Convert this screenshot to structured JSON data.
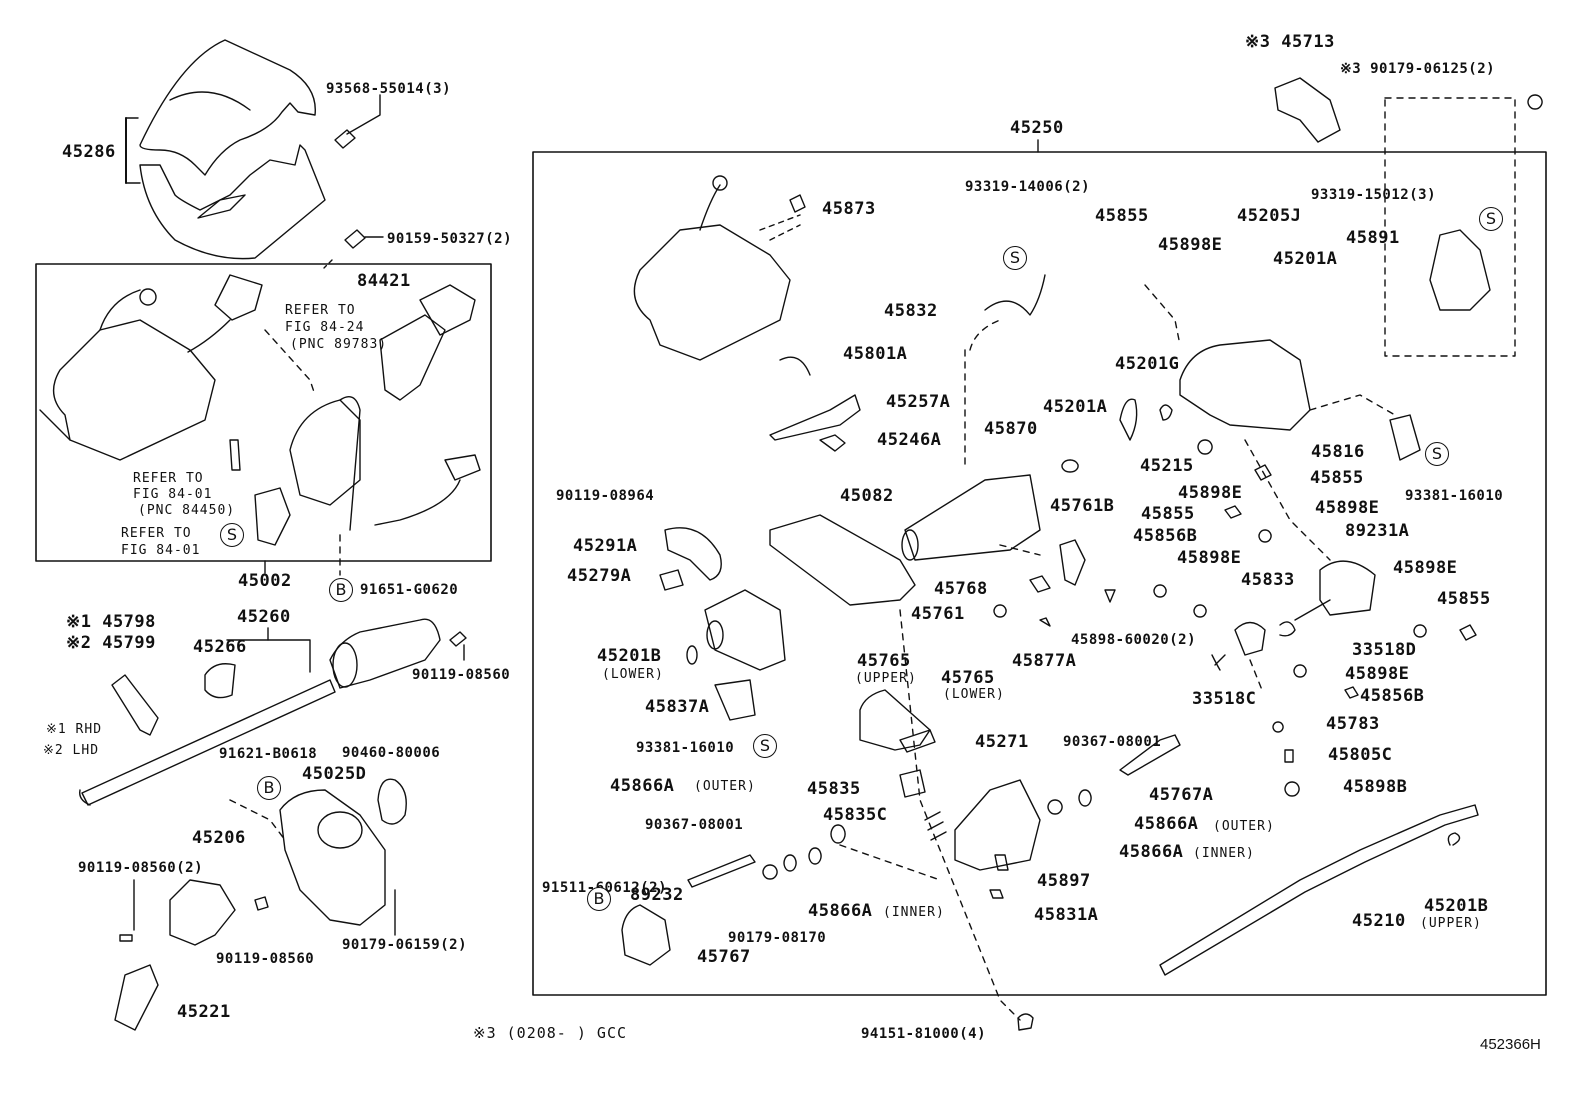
{
  "diagram": {
    "title_ref": "452366H",
    "main_assembly": "45250",
    "footnote": "※3 (0208-      )  GCC",
    "legend": [
      "※1 RHD",
      "※2 LHD"
    ],
    "circle_symbols": {
      "S": "S",
      "B": "B"
    },
    "left_section": {
      "labels": [
        {
          "id": "45286",
          "text": "45286"
        },
        {
          "id": "93568-55014",
          "text": "93568-55014(3)"
        },
        {
          "id": "90159-50327",
          "text": "90159-50327(2)"
        },
        {
          "id": "84421",
          "text": "84421"
        },
        {
          "id": "45002",
          "text": "45002"
        },
        {
          "id": "91651-G0620",
          "text": "91651-G0620"
        },
        {
          "id": "45798",
          "text": "※1 45798"
        },
        {
          "id": "45799",
          "text": "※2 45799"
        },
        {
          "id": "45260",
          "text": "45260"
        },
        {
          "id": "45266",
          "text": "45266"
        },
        {
          "id": "90119-08560-a",
          "text": "90119-08560"
        },
        {
          "id": "91621-B0618",
          "text": "91621-B0618"
        },
        {
          "id": "90460-80006",
          "text": "90460-80006"
        },
        {
          "id": "45025D",
          "text": "45025D"
        },
        {
          "id": "45206",
          "text": "45206"
        },
        {
          "id": "90119-08560-2",
          "text": "90119-08560(2)"
        },
        {
          "id": "90119-08560-b",
          "text": "90119-08560"
        },
        {
          "id": "90179-06159",
          "text": "90179-06159(2)"
        },
        {
          "id": "45221",
          "text": "45221"
        }
      ],
      "refer_notes": [
        {
          "line1": "REFER TO",
          "line2": "FIG 84-24",
          "line3": "(PNC 89783)"
        },
        {
          "line1": "REFER TO",
          "line2": "FIG 84-01",
          "line3": "(PNC 84450)"
        },
        {
          "line1": "REFER TO",
          "line2": "FIG 84-01",
          "line3": ""
        }
      ]
    },
    "main_section": {
      "labels": [
        {
          "id": "45873",
          "text": "45873"
        },
        {
          "id": "93319-14006",
          "text": "93319-14006(2)"
        },
        {
          "id": "45855-a",
          "text": "45855"
        },
        {
          "id": "45898E-a",
          "text": "45898E"
        },
        {
          "id": "45205J",
          "text": "45205J"
        },
        {
          "id": "45201A-a",
          "text": "45201A"
        },
        {
          "id": "45832",
          "text": "45832"
        },
        {
          "id": "45801A",
          "text": "45801A"
        },
        {
          "id": "45201G",
          "text": "45201G"
        },
        {
          "id": "45257A",
          "text": "45257A"
        },
        {
          "id": "45201A-b",
          "text": "45201A"
        },
        {
          "id": "45246A",
          "text": "45246A"
        },
        {
          "id": "45870",
          "text": "45870"
        },
        {
          "id": "45215",
          "text": "45215"
        },
        {
          "id": "45816",
          "text": "45816"
        },
        {
          "id": "45855-b",
          "text": "45855"
        },
        {
          "id": "93381-16010-a",
          "text": "93381-16010"
        },
        {
          "id": "90119-08964",
          "text": "90119-08964"
        },
        {
          "id": "45082",
          "text": "45082"
        },
        {
          "id": "45898E-b",
          "text": "45898E"
        },
        {
          "id": "45761B",
          "text": "45761B"
        },
        {
          "id": "45855-c",
          "text": "45855"
        },
        {
          "id": "45898E-c",
          "text": "45898E"
        },
        {
          "id": "89231A",
          "text": "89231A"
        },
        {
          "id": "45291A",
          "text": "45291A"
        },
        {
          "id": "45856B-a",
          "text": "45856B"
        },
        {
          "id": "45279A",
          "text": "45279A"
        },
        {
          "id": "45898E-d",
          "text": "45898E"
        },
        {
          "id": "45898E-e",
          "text": "45898E"
        },
        {
          "id": "45768",
          "text": "45768"
        },
        {
          "id": "45833",
          "text": "45833"
        },
        {
          "id": "45855-d",
          "text": "45855"
        },
        {
          "id": "45761",
          "text": "45761"
        },
        {
          "id": "45898-60020",
          "text": "45898-60020(2)"
        },
        {
          "id": "33518D",
          "text": "33518D"
        },
        {
          "id": "45201B-lower",
          "text": "45201B",
          "note": "(LOWER)"
        },
        {
          "id": "45765-upper",
          "text": "45765",
          "note": "(UPPER)"
        },
        {
          "id": "45765-lower",
          "text": "45765",
          "note": "(LOWER)"
        },
        {
          "id": "45877A",
          "text": "45877A"
        },
        {
          "id": "45898E-f",
          "text": "45898E"
        },
        {
          "id": "45856B-b",
          "text": "45856B"
        },
        {
          "id": "33518C",
          "text": "33518C"
        },
        {
          "id": "45837A",
          "text": "45837A"
        },
        {
          "id": "45783",
          "text": "45783"
        },
        {
          "id": "93381-16010-b",
          "text": "93381-16010"
        },
        {
          "id": "45271",
          "text": "45271"
        },
        {
          "id": "90367-08001-a",
          "text": "90367-08001"
        },
        {
          "id": "45805C",
          "text": "45805C"
        },
        {
          "id": "45866A-outer-a",
          "text": "45866A",
          "note": "(OUTER)"
        },
        {
          "id": "45835",
          "text": "45835"
        },
        {
          "id": "45767A",
          "text": "45767A"
        },
        {
          "id": "45898B",
          "text": "45898B"
        },
        {
          "id": "90367-08001-b",
          "text": "90367-08001"
        },
        {
          "id": "45835C",
          "text": "45835C"
        },
        {
          "id": "45866A-outer-b",
          "text": "45866A",
          "note": "(OUTER)"
        },
        {
          "id": "45866A-inner-b",
          "text": "45866A",
          "note": "(INNER)"
        },
        {
          "id": "91511-60612",
          "text": "91511-60612(2)"
        },
        {
          "id": "89232",
          "text": "89232"
        },
        {
          "id": "45897",
          "text": "45897"
        },
        {
          "id": "45866A-inner-a",
          "text": "45866A",
          "note": "(INNER)"
        },
        {
          "id": "45831A",
          "text": "45831A"
        },
        {
          "id": "45210",
          "text": "45210"
        },
        {
          "id": "45201B-upper",
          "text": "45201B",
          "note": "(UPPER)"
        },
        {
          "id": "90179-08170",
          "text": "90179-08170"
        },
        {
          "id": "45767",
          "text": "45767"
        }
      ]
    },
    "top_right": {
      "labels": [
        {
          "id": "45713",
          "text": "※3 45713"
        },
        {
          "id": "90179-06125",
          "text": "※3  90179-06125(2)"
        },
        {
          "id": "93319-15012",
          "text": "93319-15012(3)"
        },
        {
          "id": "45891",
          "text": "45891"
        }
      ]
    },
    "bottom": {
      "labels": [
        {
          "id": "94151-81000",
          "text": "94151-81000(4)"
        }
      ]
    }
  }
}
